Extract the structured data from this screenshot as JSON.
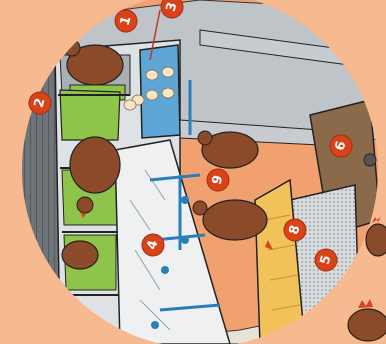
{
  "illustration": {
    "subject": "poultry-housing-system",
    "colors": {
      "background": "#f7b98f",
      "circle": "#f1a070",
      "metal": "#cfd3d6",
      "nest_green": "#8fc44a",
      "hen": "#8b4a2a",
      "badge": "#d8431a",
      "pipe_blue": "#2b7fb8",
      "wood": "#8a6a4a",
      "straw": "#f2c25a"
    }
  },
  "callouts": [
    {
      "id": "1",
      "label": "1"
    },
    {
      "id": "2",
      "label": "2"
    },
    {
      "id": "3",
      "label": "3"
    },
    {
      "id": "4",
      "label": "4"
    },
    {
      "id": "5",
      "label": "5"
    },
    {
      "id": "6",
      "label": "6"
    },
    {
      "id": "8",
      "label": "8"
    },
    {
      "id": "9",
      "label": "9"
    }
  ]
}
